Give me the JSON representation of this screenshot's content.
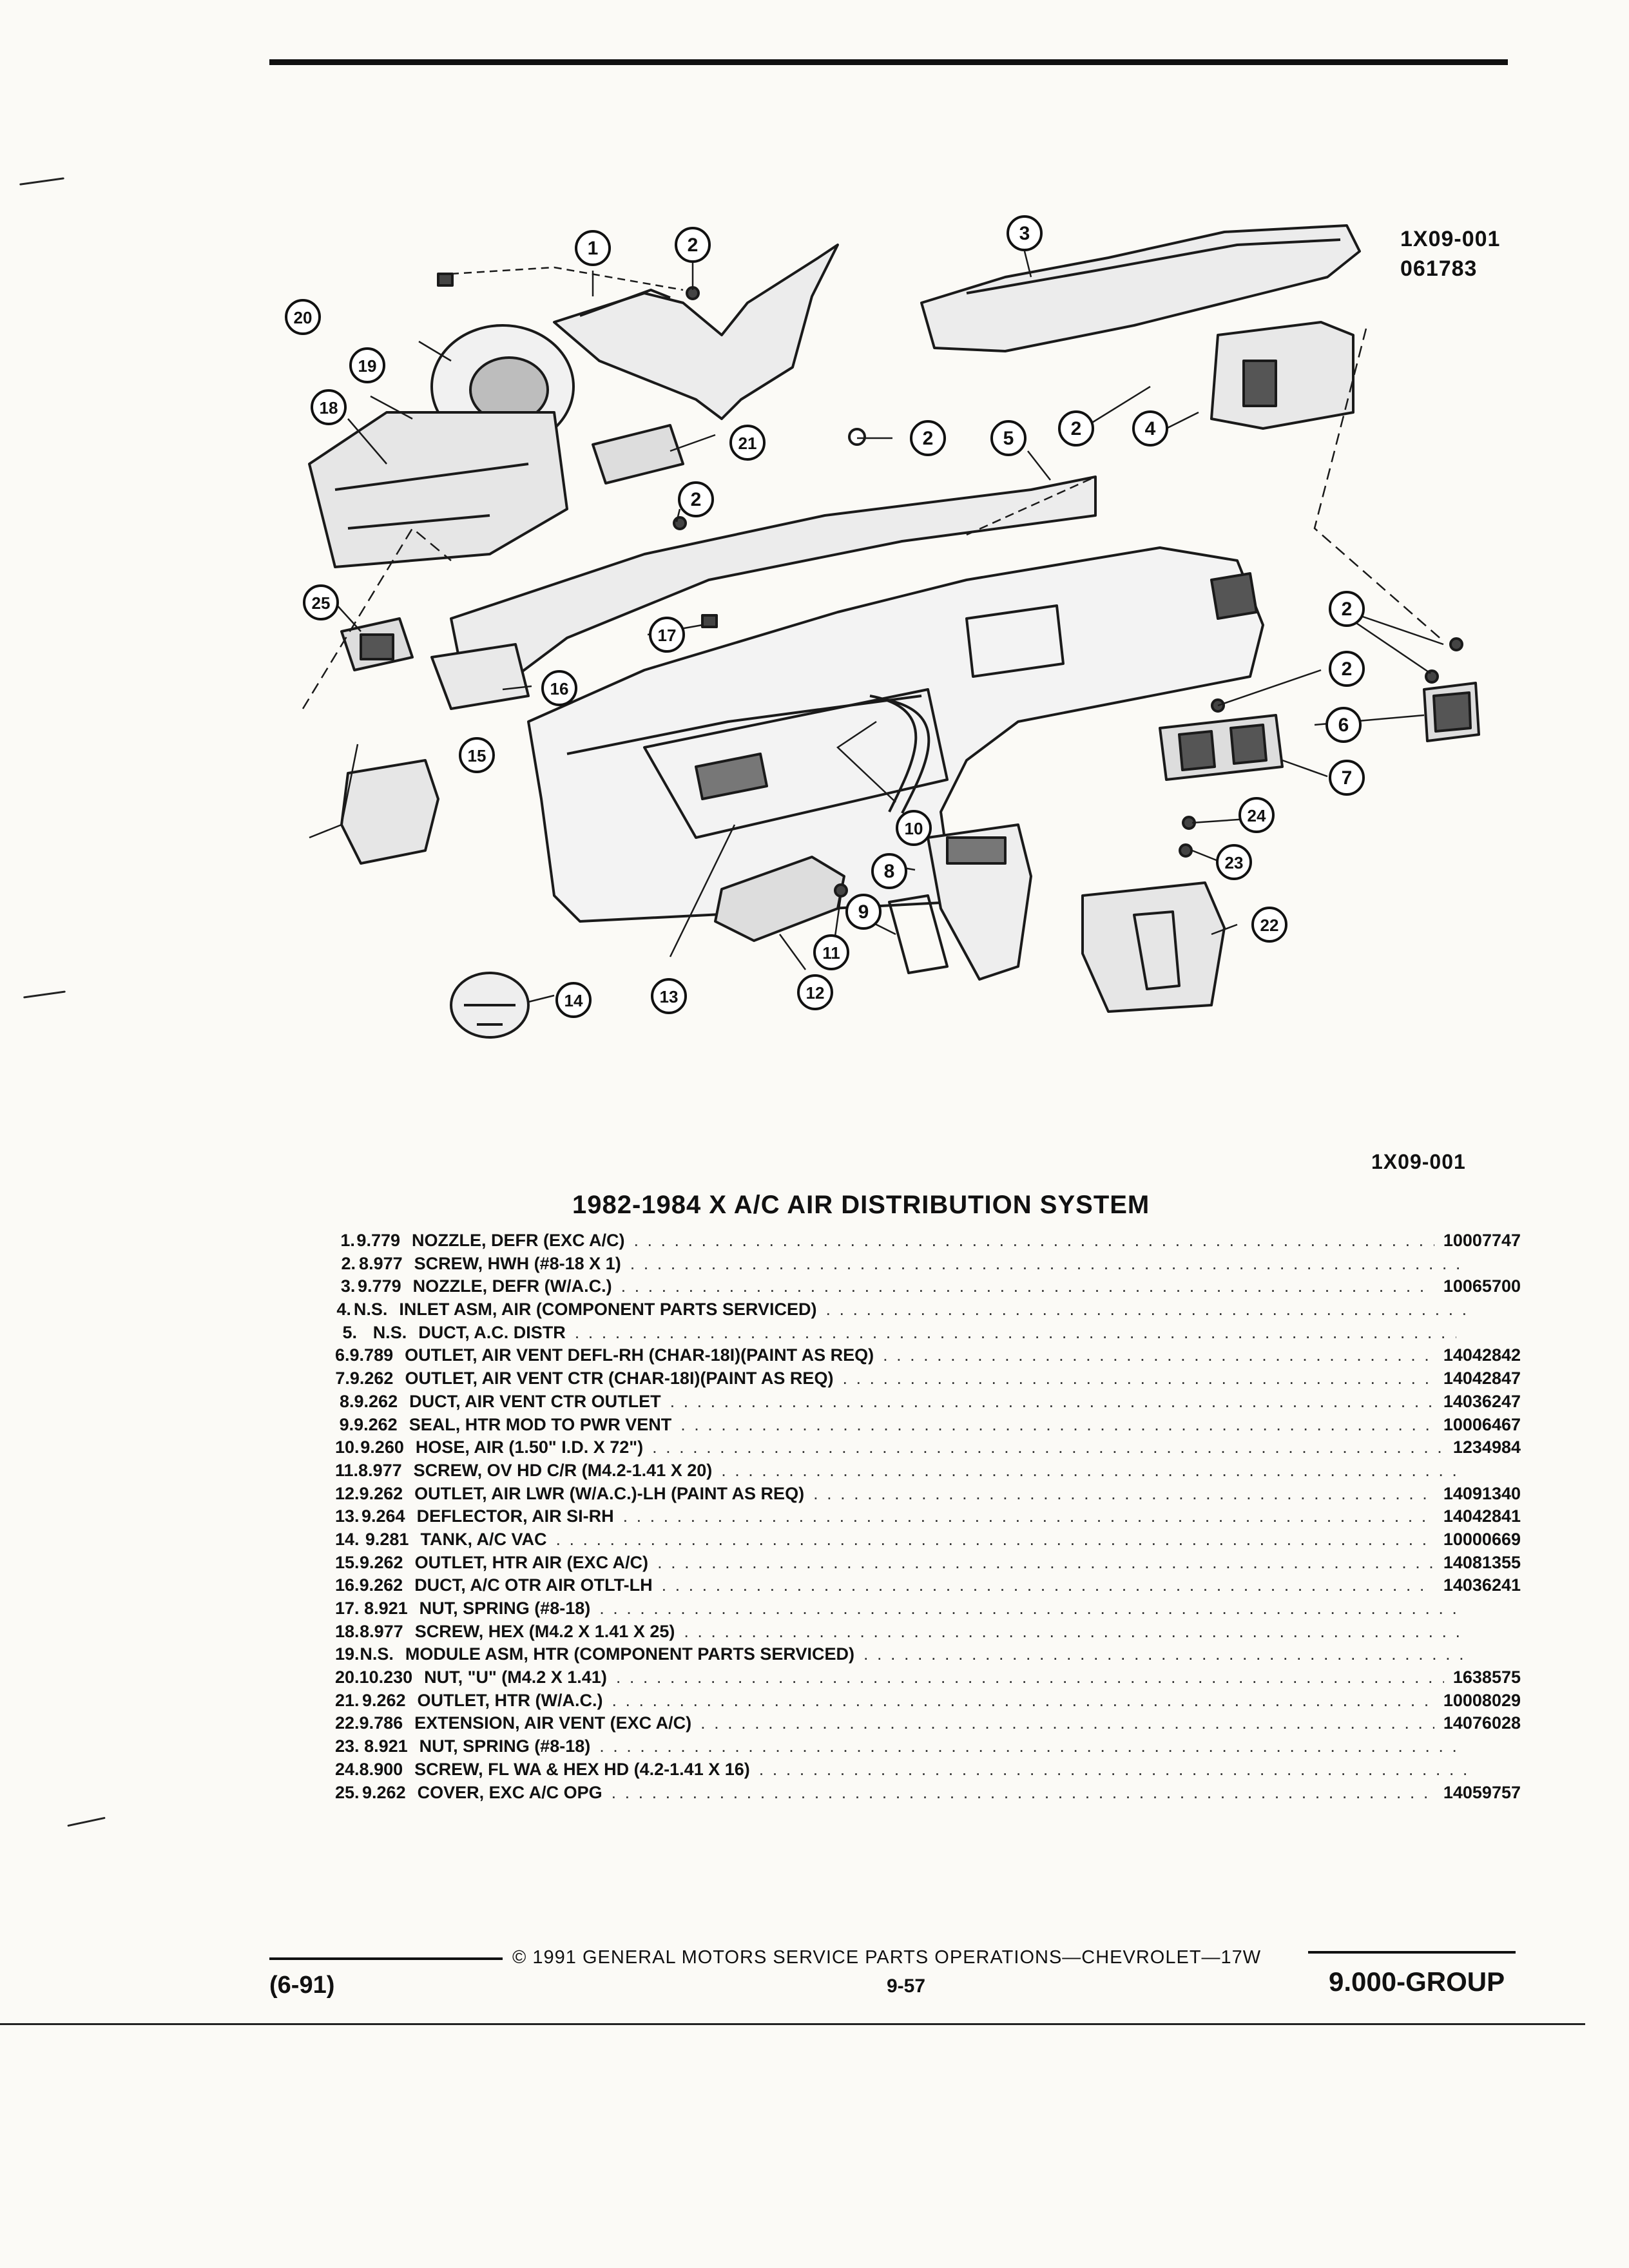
{
  "diagram": {
    "ref_code": "1X09-001",
    "ref_date": "061783",
    "caption_code": "1X09-001",
    "callouts": [
      "1",
      "2",
      "3",
      "20",
      "19",
      "18",
      "21",
      "2",
      "5",
      "2",
      "4",
      "2",
      "25",
      "17",
      "16",
      "2",
      "2",
      "6",
      "7",
      "15",
      "24",
      "23",
      "10",
      "8",
      "9",
      "11",
      "22",
      "12",
      "13",
      "14"
    ]
  },
  "section_title": "1982-1984 X A/C AIR DISTRIBUTION SYSTEM",
  "parts": [
    {
      "num": "1.",
      "group": "9.779",
      "name": "NOZZLE",
      "desc": ", DEFR (EXC A/C)",
      "part_no": "10007747"
    },
    {
      "num": "2.",
      "group": "8.977",
      "name": "SCREW",
      "desc": ", HWH (#8-18 X 1)",
      "part_no": ""
    },
    {
      "num": "3.",
      "group": "9.779",
      "name": "NOZZLE",
      "desc": ", DEFR (W/A.C.)",
      "part_no": "10065700"
    },
    {
      "num": "4.",
      "group": "N.S.",
      "name": "INLET ASM",
      "desc": ", AIR (COMPONENT PARTS SERVICED)",
      "part_no": ""
    },
    {
      "num": "5.",
      "group": "N.S.",
      "name": "DUCT",
      "desc": ", A.C. DISTR",
      "part_no": ""
    },
    {
      "num": "6.",
      "group": "9.789",
      "name": "OUTLET",
      "desc": ", AIR VENT DEFL-RH (CHAR-18I)(PAINT AS REQ)",
      "part_no": "14042842"
    },
    {
      "num": "7.",
      "group": "9.262",
      "name": "OUTLET",
      "desc": ", AIR VENT CTR (CHAR-18I)(PAINT AS REQ)",
      "part_no": "14042847"
    },
    {
      "num": "8.",
      "group": "9.262",
      "name": "DUCT",
      "desc": ", AIR VENT CTR OUTLET",
      "part_no": "14036247"
    },
    {
      "num": "9.",
      "group": "9.262",
      "name": "SEAL",
      "desc": ", HTR MOD TO PWR VENT",
      "part_no": "10006467"
    },
    {
      "num": "10.",
      "group": "9.260",
      "name": "HOSE",
      "desc": ", AIR (1.50\" I.D. X 72\")",
      "part_no": "1234984"
    },
    {
      "num": "11.",
      "group": "8.977",
      "name": "SCREW",
      "desc": ", OV HD C/R (M4.2-1.41 X 20)",
      "part_no": ""
    },
    {
      "num": "12.",
      "group": "9.262",
      "name": "OUTLET",
      "desc": ", AIR LWR (W/A.C.)-LH (PAINT AS REQ)",
      "part_no": "14091340"
    },
    {
      "num": "13.",
      "group": "9.264",
      "name": "DEFLECTOR",
      "desc": ", AIR SI-RH",
      "part_no": "14042841"
    },
    {
      "num": "14.",
      "group": "9.281",
      "name": "TANK",
      "desc": ", A/C VAC",
      "part_no": "10000669"
    },
    {
      "num": "15.",
      "group": "9.262",
      "name": "OUTLET",
      "desc": ", HTR AIR (EXC A/C)",
      "part_no": "14081355"
    },
    {
      "num": "16.",
      "group": "9.262",
      "name": "DUCT",
      "desc": ", A/C OTR AIR OTLT-LH",
      "part_no": "14036241"
    },
    {
      "num": "17.",
      "group": "8.921",
      "name": "NUT",
      "desc": ", SPRING (#8-18)",
      "part_no": ""
    },
    {
      "num": "18.",
      "group": "8.977",
      "name": "SCREW",
      "desc": ", HEX (M4.2 X 1.41 X 25)",
      "part_no": ""
    },
    {
      "num": "19.",
      "group": "N.S.",
      "name": "MODULE ASM",
      "desc": ", HTR (COMPONENT PARTS SERVICED)",
      "part_no": ""
    },
    {
      "num": "20.",
      "group": "10.230",
      "name": "NUT",
      "desc": ", \"U\" (M4.2 X 1.41)",
      "part_no": "1638575"
    },
    {
      "num": "21.",
      "group": "9.262",
      "name": "OUTLET",
      "desc": ", HTR (W/A.C.)",
      "part_no": "10008029"
    },
    {
      "num": "22.",
      "group": "9.786",
      "name": "EXTENSION",
      "desc": ", AIR VENT (EXC A/C)",
      "part_no": "14076028"
    },
    {
      "num": "23.",
      "group": "8.921",
      "name": "NUT",
      "desc": ", SPRING (#8-18)",
      "part_no": ""
    },
    {
      "num": "24.",
      "group": "8.900",
      "name": "SCREW",
      "desc": ", FL WA & HEX HD (4.2-1.41 X 16)",
      "part_no": ""
    },
    {
      "num": "25.",
      "group": "9.262",
      "name": "COVER",
      "desc": ", EXC A/C OPG",
      "part_no": "14059757"
    }
  ],
  "footer": {
    "copyright": "© 1991 GENERAL MOTORS SERVICE PARTS OPERATIONS—CHEVROLET—17W",
    "date_code": "(6-91)",
    "page": "9-57",
    "group": "9.000-GROUP"
  }
}
